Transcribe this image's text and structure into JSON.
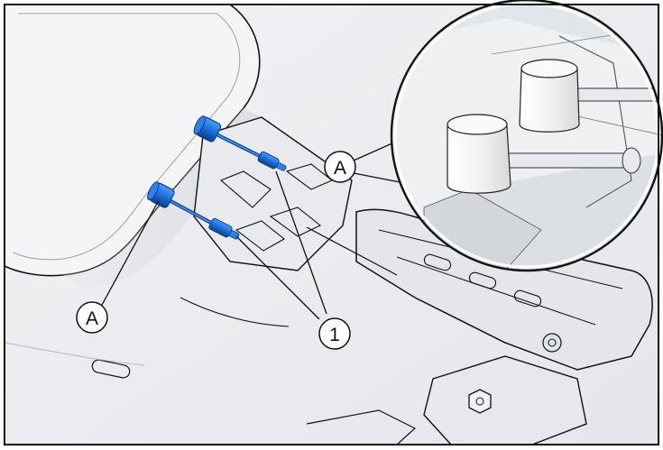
{
  "diagram": {
    "callouts": {
      "a_left": "A",
      "a_inset": "A",
      "one": "1"
    }
  },
  "colors": {
    "part_blue": "#1a6fd8",
    "part_blue_dark": "#0b3f8c",
    "line_art": "#111111",
    "panel_fill": "#eceef1"
  }
}
